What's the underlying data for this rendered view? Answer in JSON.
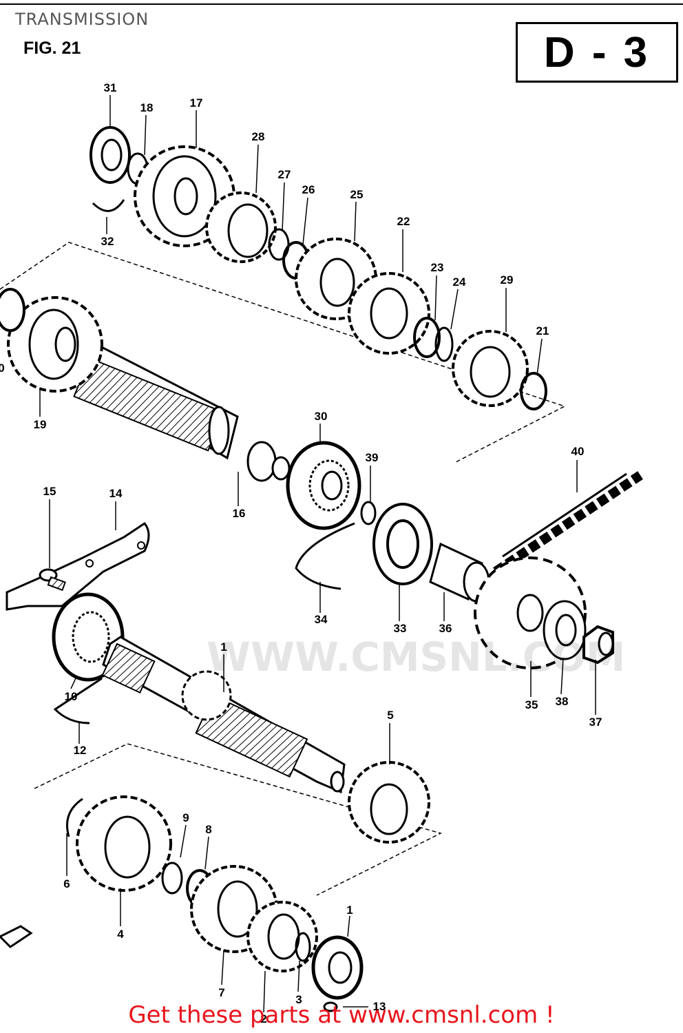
{
  "header": {
    "title": "TRANSMISSION",
    "figure": "FIG. 21",
    "section": "D - 3"
  },
  "watermark": "WWW.CMSNL.COM",
  "footer": {
    "link_text": "Get these parts at www.cmsnl.com !"
  },
  "callouts": [
    {
      "id": "c31",
      "label": "31"
    },
    {
      "id": "c18",
      "label": "18"
    },
    {
      "id": "c17",
      "label": "17"
    },
    {
      "id": "c28",
      "label": "28"
    },
    {
      "id": "c27",
      "label": "27"
    },
    {
      "id": "c26",
      "label": "26"
    },
    {
      "id": "c25",
      "label": "25"
    },
    {
      "id": "c22",
      "label": "22"
    },
    {
      "id": "c23",
      "label": "23"
    },
    {
      "id": "c24",
      "label": "24"
    },
    {
      "id": "c29",
      "label": "29"
    },
    {
      "id": "c21",
      "label": "21"
    },
    {
      "id": "c32",
      "label": "32"
    },
    {
      "id": "c19",
      "label": "19"
    },
    {
      "id": "c30",
      "label": "30"
    },
    {
      "id": "c39",
      "label": "39"
    },
    {
      "id": "c40",
      "label": "40"
    },
    {
      "id": "c16",
      "label": "16"
    },
    {
      "id": "c15",
      "label": "15"
    },
    {
      "id": "c14",
      "label": "14"
    },
    {
      "id": "c34",
      "label": "34"
    },
    {
      "id": "c33",
      "label": "33"
    },
    {
      "id": "c36",
      "label": "36"
    },
    {
      "id": "c1",
      "label": "1"
    },
    {
      "id": "c10",
      "label": "10"
    },
    {
      "id": "c12",
      "label": "12"
    },
    {
      "id": "c35",
      "label": "35"
    },
    {
      "id": "c38",
      "label": "38"
    },
    {
      "id": "c37",
      "label": "37"
    },
    {
      "id": "c5",
      "label": "5"
    },
    {
      "id": "c9",
      "label": "9"
    },
    {
      "id": "c8",
      "label": "8"
    },
    {
      "id": "c6",
      "label": "6"
    },
    {
      "id": "c4",
      "label": "4"
    },
    {
      "id": "c11",
      "label": "1"
    },
    {
      "id": "c7",
      "label": "7"
    },
    {
      "id": "c3",
      "label": "3"
    },
    {
      "id": "c13",
      "label": "13"
    },
    {
      "id": "c2",
      "label": "2"
    },
    {
      "id": "c20",
      "label": "0"
    }
  ]
}
